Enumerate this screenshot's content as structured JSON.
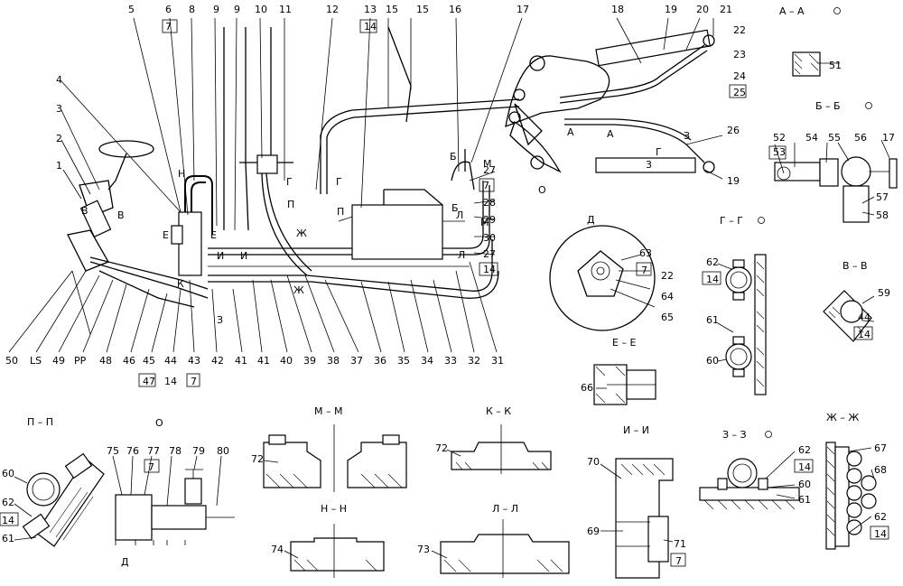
{
  "callouts": {
    "top": [
      "5",
      "6",
      "7",
      "8",
      "9",
      "9",
      "10",
      "11",
      "12",
      "13",
      "14",
      "15",
      "15",
      "16",
      "17",
      "18",
      "19",
      "20",
      "21",
      "22",
      "23",
      "24",
      "25"
    ],
    "bottom": [
      "50",
      "LS",
      "49",
      "PP",
      "48",
      "46",
      "45",
      "44",
      "14",
      "47",
      "43",
      "7",
      "42",
      "41",
      "41",
      "40",
      "39",
      "38",
      "37",
      "36",
      "35",
      "34",
      "33",
      "32",
      "31"
    ],
    "left": [
      "1",
      "2",
      "3",
      "4"
    ],
    "right_main": [
      "26",
      "19",
      "27",
      "7",
      "28",
      "29",
      "30",
      "27",
      "14"
    ],
    "sec_A": [
      "51"
    ],
    "sec_B": [
      "52",
      "53",
      "54",
      "55",
      "56",
      "17",
      "57",
      "58"
    ],
    "sec_D": [
      "63",
      "7",
      "22",
      "64",
      "65"
    ],
    "sec_G": [
      "62",
      "14",
      "61",
      "60"
    ],
    "sec_V": [
      "59",
      "44",
      "14"
    ],
    "sec_E": [
      "66"
    ],
    "sec_P": [
      "60",
      "62",
      "14",
      "61"
    ],
    "sec_O": [
      "75",
      "76",
      "77",
      "7",
      "78",
      "79",
      "80"
    ],
    "sec_M": [
      "72"
    ],
    "sec_K": [
      "72"
    ],
    "sec_N": [
      "74"
    ],
    "sec_L": [
      "73"
    ],
    "sec_I": [
      "70",
      "69",
      "71",
      "7"
    ],
    "sec_Z": [
      "62",
      "14",
      "60",
      "61"
    ],
    "sec_ZH": [
      "67",
      "68",
      "62",
      "14"
    ]
  },
  "section_titles": {
    "A": "А – А",
    "B": "Б – Б",
    "G": "Г – Г",
    "V": "В – В",
    "D": "Д",
    "E": "Е – Е",
    "P": "П – П",
    "O": "О",
    "M": "М – М",
    "K": "К – К",
    "N": "Н – Н",
    "L": "Л – Л",
    "I": "И – И",
    "Z": "З – З",
    "ZH": "Ж – Ж"
  },
  "main_markers": [
    "Н",
    "Е",
    "Е",
    "В",
    "В",
    "К",
    "И",
    "И",
    "З",
    "Ж",
    "Ж",
    "П",
    "П",
    "Г",
    "Г",
    "Б",
    "Б",
    "М",
    "М",
    "Л",
    "Л",
    "А",
    "А",
    "Г",
    "З",
    "3",
    "О",
    "Д"
  ]
}
